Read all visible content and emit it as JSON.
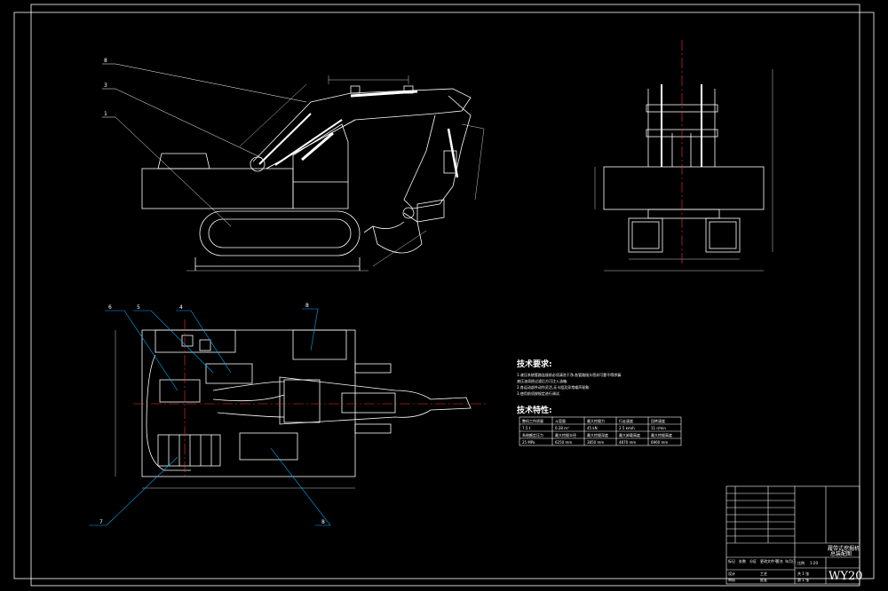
{
  "drawing": {
    "background": "#000000",
    "line_color": "#ffffff",
    "center_line_color": "#ff3333",
    "leader_color": "#00aaff"
  },
  "side_view": {
    "callouts": [
      "8",
      "3",
      "1"
    ]
  },
  "plan_view": {
    "callouts": [
      "6",
      "5",
      "4",
      "8",
      "7",
      "8"
    ]
  },
  "tech_notes": {
    "heading": "技术要求:",
    "lines": [
      "1.液压系统管路连接前必须清洗干净,各管路接头密封可靠不得渗漏.",
      "  液压油须经过滤后方可注入油箱.",
      "2.各运动部件动作灵活,无卡阻及异常噪声现象.",
      "3.使用前须按规定进行调试."
    ]
  },
  "tech_specs": {
    "heading": "技术特性:",
    "headers": [
      "整机工作质量",
      "斗容量",
      "最大挖掘力",
      "行走速度",
      "回转速度"
    ],
    "row1": [
      "7.5 t",
      "0.28 m³",
      "45 kN",
      "2.5 km/h",
      "11 r/min"
    ],
    "headers2": [
      "系统额定压力",
      "最大挖掘半径",
      "最大挖掘深度",
      "最大卸载高度",
      "最大挖掘高度"
    ],
    "row2": [
      "25 MPa",
      "6250 mm",
      "3850 mm",
      "4870 mm",
      "6960 mm"
    ]
  },
  "title_block": {
    "title_line1": "履带式挖掘机",
    "title_line2": "总装配图",
    "code": "WY20",
    "scale_label": "比例",
    "scale": "1:20",
    "sheet_label": "共 1 张",
    "sheet": "第 1 张",
    "row_labels": [
      "标记",
      "处数",
      "分区",
      "更改文件号",
      "签名",
      "年月日"
    ],
    "roles": [
      "设计",
      "审核",
      "工艺",
      "批准"
    ]
  }
}
